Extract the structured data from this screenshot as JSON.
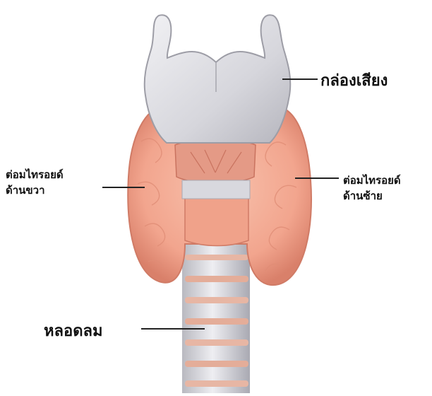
{
  "labels": {
    "larynx": "กล่องเสียง",
    "right_lobe_line1": "ต่อมไทรอยด์",
    "right_lobe_line2": "ด้านขวา",
    "left_lobe_line1": "ต่อมไทรอยด์",
    "left_lobe_line2": "ด้านซ้าย",
    "trachea": "หลอดลม"
  },
  "colors": {
    "background": "#ffffff",
    "cartilage": "#d9d9de",
    "thyroid": "#f3a790",
    "thyroid_shadow": "#d97a63",
    "trachea_ring": "#e9b8a8",
    "leader_line": "#222222"
  }
}
